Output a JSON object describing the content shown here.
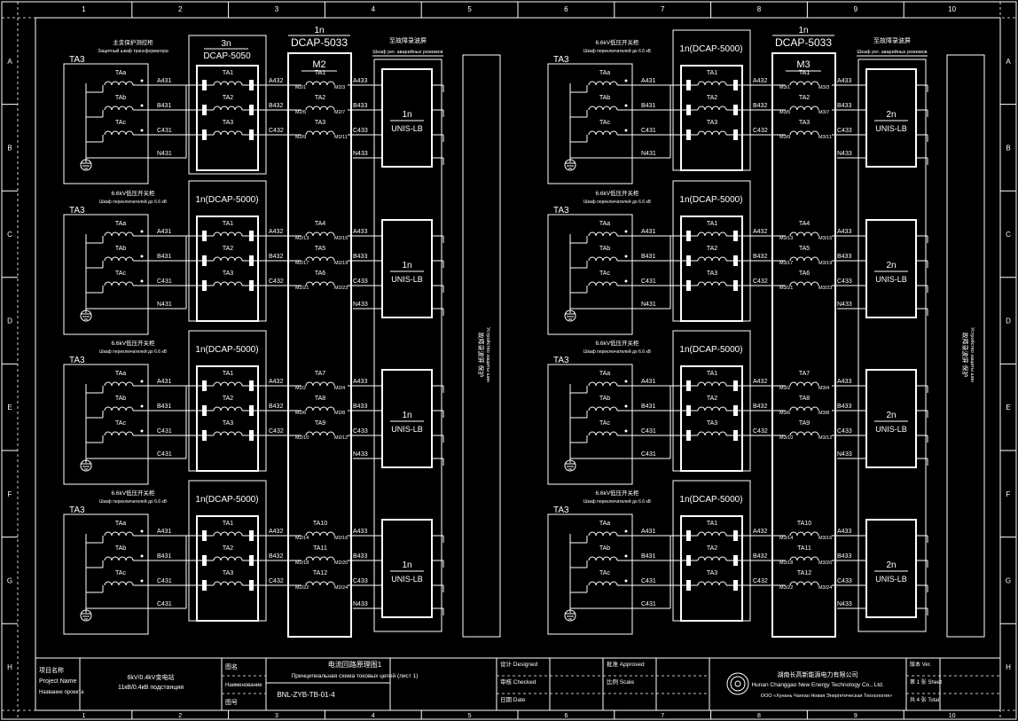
{
  "border": {
    "columns": [
      "1",
      "2",
      "3",
      "4",
      "5",
      "6",
      "7",
      "8",
      "9",
      "10"
    ],
    "rows": [
      "A",
      "B",
      "C",
      "D",
      "E",
      "F",
      "G",
      "H"
    ]
  },
  "halves": [
    {
      "device_top": "1n",
      "device_model": "DCAP-5033",
      "device_sub": "M2",
      "panel_title": "至故障录波屏",
      "panel_sub": "Шкаф рег. аварийных режимов",
      "recorder": "UNIS-LB",
      "recorder_prefix": "1n",
      "rail_cn": "故障录波屏 保护",
      "rail_ru": "Устройство защиты шин",
      "groups": [
        {
          "ta": "TA3",
          "cab_cn": "主变保护测控柜",
          "cab_ru": "Защитный шкаф трансформатора",
          "box_top": "3n",
          "box_label": "DCAP-5050",
          "ta_names": [
            "TAa",
            "TAb",
            "TAc"
          ],
          "inner": [
            "TA1",
            "TA2",
            "TA3"
          ],
          "wires_in": [
            "A431",
            "B431",
            "C431",
            "N431"
          ],
          "wires_mid": [
            "A432",
            "B432",
            "C432"
          ],
          "mid_ta": [
            "TA1",
            "TA2",
            "TA3"
          ],
          "mid_l": [
            "M2/1",
            "M2/5",
            "M2/9"
          ],
          "mid_r": [
            "M2/3",
            "M2/7",
            "M2/11"
          ],
          "wires_out": [
            "A433",
            "B433",
            "C433",
            "N433"
          ]
        },
        {
          "ta": "TA3",
          "cab_cn": "6.6kV低压开关柜",
          "cab_ru": "Шкаф переключателей до 6.6 кВ",
          "box_top": "",
          "box_label": "1n(DCAP-5000)",
          "ta_names": [
            "TAa",
            "TAb",
            "TAc"
          ],
          "inner": [
            "TA1",
            "TA2",
            "TA3"
          ],
          "wires_in": [
            "A431",
            "B431",
            "C431",
            "N431"
          ],
          "wires_mid": [
            "A432",
            "B432",
            "C432"
          ],
          "mid_ta": [
            "TA4",
            "TA5",
            "TA6"
          ],
          "mid_l": [
            "M2/13",
            "M2/17",
            "M2/21"
          ],
          "mid_r": [
            "M2/15",
            "M2/19",
            "M2/23"
          ],
          "wires_out": [
            "A433",
            "B433",
            "C433",
            "N433"
          ]
        },
        {
          "ta": "TA3",
          "cab_cn": "6.6kV低压开关柜",
          "cab_ru": "Шкаф переключателей до 6.6 кВ",
          "box_top": "",
          "box_label": "1n(DCAP-5000)",
          "ta_names": [
            "TAa",
            "TAb",
            "TAc"
          ],
          "inner": [
            "TA1",
            "TA2",
            "TA3"
          ],
          "wires_in": [
            "A431",
            "B431",
            "C431",
            "C431"
          ],
          "wires_mid": [
            "A432",
            "B432",
            "C432"
          ],
          "mid_ta": [
            "TA7",
            "TA8",
            "TA9"
          ],
          "mid_l": [
            "M2/2",
            "M2/6",
            "M2/10"
          ],
          "mid_r": [
            "M2/4",
            "M2/8",
            "M2/12"
          ],
          "wires_out": [
            "A433",
            "B433",
            "C433",
            "N433"
          ]
        },
        {
          "ta": "TA3",
          "cab_cn": "6.6kV低压开关柜",
          "cab_ru": "Шкаф переключателей до 6.6 кВ",
          "box_top": "",
          "box_label": "1n(DCAP-5000)",
          "ta_names": [
            "TAa",
            "TAb",
            "TAc"
          ],
          "inner": [
            "TA1",
            "TA2",
            "TA3"
          ],
          "wires_in": [
            "A431",
            "B431",
            "C431",
            "C431"
          ],
          "wires_mid": [
            "A432",
            "B432",
            "C432"
          ],
          "mid_ta": [
            "TA10",
            "TA11",
            "TA12"
          ],
          "mid_l": [
            "M2/14",
            "M2/18",
            "M2/22"
          ],
          "mid_r": [
            "M2/16",
            "M2/20",
            "M2/24"
          ],
          "wires_out": [
            "A433",
            "B433",
            "C433",
            "N433"
          ]
        }
      ]
    },
    {
      "device_top": "1n",
      "device_model": "DCAP-5033",
      "device_sub": "M3",
      "panel_title": "至故障录波屏",
      "panel_sub": "Шкаф рег. аварийных режимов",
      "recorder": "UNIS-LB",
      "recorder_prefix": "2n",
      "rail_cn": "故障录波屏 保护",
      "rail_ru": "Устройство защиты шин",
      "groups": [
        {
          "ta": "TA3",
          "cab_cn": "6.6kV低压开关柜",
          "cab_ru": "Шкаф переключателей до 6.6 кВ",
          "box_top": "",
          "box_label": "1n(DCAP-5000)",
          "ta_names": [
            "TAa",
            "TAb",
            "TAc"
          ],
          "inner": [
            "TA1",
            "TA2",
            "TA3"
          ],
          "wires_in": [
            "A431",
            "B431",
            "C431",
            "N431"
          ],
          "wires_mid": [
            "A432",
            "B432",
            "C432"
          ],
          "mid_ta": [
            "TA1",
            "TA2",
            "TA3"
          ],
          "mid_l": [
            "M3/1",
            "M3/5",
            "M3/9"
          ],
          "mid_r": [
            "M3/3",
            "M3/7",
            "M3/11"
          ],
          "wires_out": [
            "A433",
            "B433",
            "C433",
            "N433"
          ]
        },
        {
          "ta": "TA3",
          "cab_cn": "6.6kV低压开关柜",
          "cab_ru": "Шкаф переключателей до 6.6 кВ",
          "box_top": "",
          "box_label": "1n(DCAP-5000)",
          "ta_names": [
            "TAa",
            "TAb",
            "TAc"
          ],
          "inner": [
            "TA1",
            "TA2",
            "TA3"
          ],
          "wires_in": [
            "A431",
            "B431",
            "C431",
            "N431"
          ],
          "wires_mid": [
            "A432",
            "B432",
            "C432"
          ],
          "mid_ta": [
            "TA4",
            "TA5",
            "TA6"
          ],
          "mid_l": [
            "M3/13",
            "M3/17",
            "M3/21"
          ],
          "mid_r": [
            "M3/15",
            "M3/19",
            "M3/23"
          ],
          "wires_out": [
            "A433",
            "B433",
            "C433",
            "N433"
          ]
        },
        {
          "ta": "TA3",
          "cab_cn": "6.6kV低压开关柜",
          "cab_ru": "Шкаф переключателей до 6.6 кВ",
          "box_top": "",
          "box_label": "1n(DCAP-5000)",
          "ta_names": [
            "TAa",
            "TAb",
            "TAc"
          ],
          "inner": [
            "TA1",
            "TA2",
            "TA3"
          ],
          "wires_in": [
            "A431",
            "B431",
            "C431",
            "C431"
          ],
          "wires_mid": [
            "A432",
            "B432",
            "C432"
          ],
          "mid_ta": [
            "TA7",
            "TA8",
            "TA9"
          ],
          "mid_l": [
            "M3/2",
            "M3/6",
            "M3/10"
          ],
          "mid_r": [
            "M3/4",
            "M3/8",
            "M3/12"
          ],
          "wires_out": [
            "A433",
            "B433",
            "C433",
            "N433"
          ]
        },
        {
          "ta": "TA3",
          "cab_cn": "6.6kV低压开关柜",
          "cab_ru": "Шкаф переключателей до 6.6 кВ",
          "box_top": "",
          "box_label": "1n(DCAP-5000)",
          "ta_names": [
            "TAa",
            "TAb",
            "TAc"
          ],
          "inner": [
            "TA1",
            "TA2",
            "TA3"
          ],
          "wires_in": [
            "A431",
            "B431",
            "C431",
            "C431"
          ],
          "wires_mid": [
            "A432",
            "B432",
            "C432"
          ],
          "mid_ta": [
            "TA10",
            "TA11",
            "TA12"
          ],
          "mid_l": [
            "M3/14",
            "M3/18",
            "M3/22"
          ],
          "mid_r": [
            "M3/16",
            "M3/20",
            "M3/24"
          ],
          "wires_out": [
            "A433",
            "B433",
            "C433",
            "N433"
          ]
        }
      ]
    }
  ],
  "title_block": {
    "project_cn": "项目名称",
    "project_en": "Project Name",
    "project_ru": "Название проекта",
    "project_value_1": "6kV/0.4kV变电站",
    "project_value_2": "11кВ/0.4кВ подстанция",
    "drawing_cn": "图名",
    "drawing_ru": "Наименование",
    "drawing_title_cn": "电流回路原理图1",
    "drawing_title_ru": "Принципиальная схема токовых цепей (лист 1)",
    "drawing_no_label": "图号",
    "drawing_no": "BNL-ZYB-TB-01-4",
    "designed": "设计 Designed",
    "checked": "审核 Checked",
    "approved": "批准 Approved",
    "date_label": "日期 Date",
    "scale_label": "比例 Scale",
    "company_cn": "湖南长高新能源电力有限公司",
    "company_en": "Hunan Changgao New Energy Technology Co., Ltd.",
    "company_ru": "ООО «Хунань Чангао Новая Энергетическая Технология»",
    "version_label": "版本 Ver.",
    "sheet_label": "第 1 张 Sheet",
    "total_label": "共 4 张 Total"
  }
}
